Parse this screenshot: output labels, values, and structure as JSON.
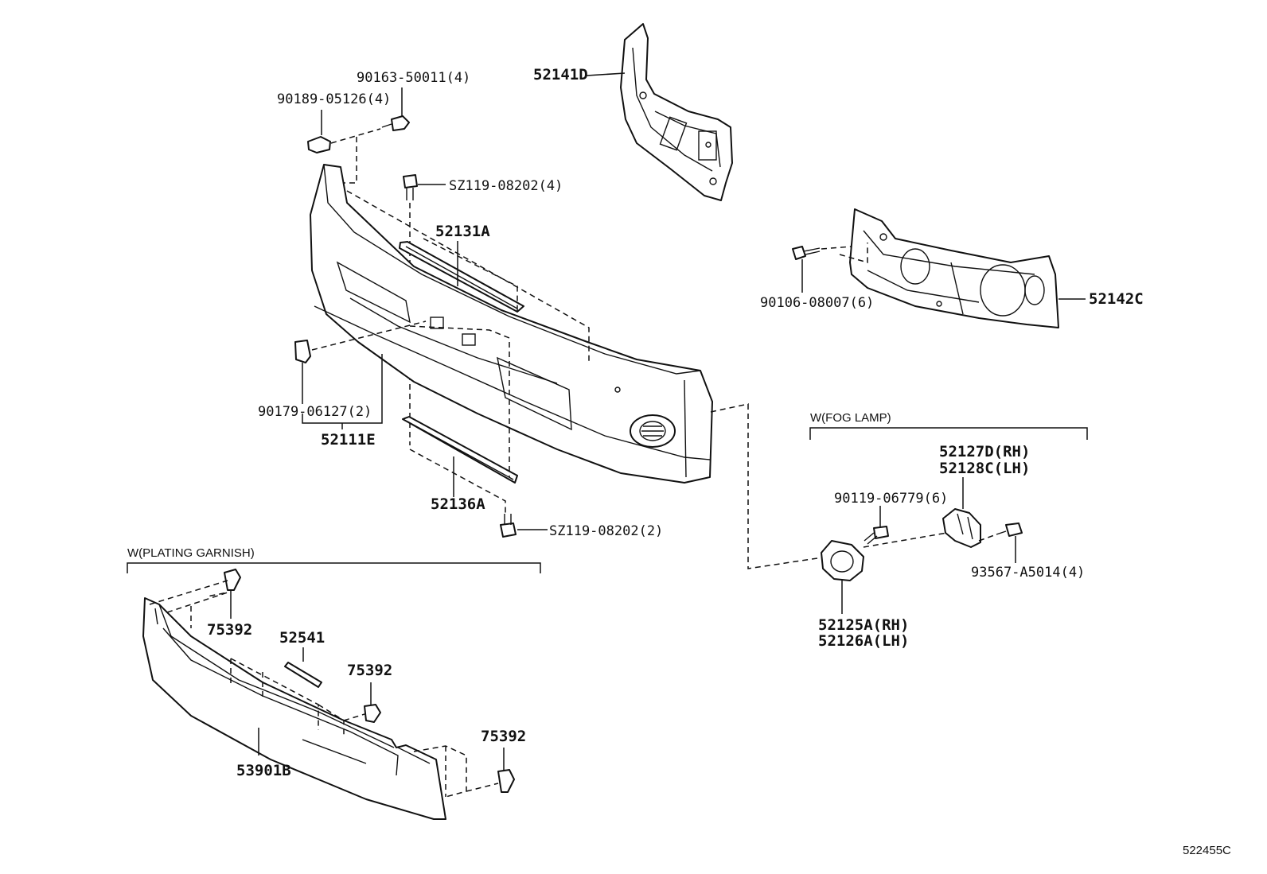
{
  "groups": {
    "fog_lamp": "W(FOG LAMP)",
    "plating_garnish": "W(PLATING GARNISH)"
  },
  "labels": {
    "p_52141D": "52141D",
    "p_52142C": "52142C",
    "p_90106": "90106-08007(6)",
    "p_90163": "90163-50011(4)",
    "p_90189": "90189-05126(4)",
    "p_sz119_top": "SZ119-08202(4)",
    "p_52131A": "52131A",
    "p_90179": "90179-06127(2)",
    "p_52111E": "52111E",
    "p_52136A": "52136A",
    "p_sz119_bottom": "SZ119-08202(2)",
    "p_52127D": "52127D(RH)",
    "p_52128C": "52128C(LH)",
    "p_90119": "90119-06779(6)",
    "p_93567": "93567-A5014(4)",
    "p_52125A": "52125A(RH)",
    "p_52126A": "52126A(LH)",
    "p_75392_a": "75392",
    "p_52541": "52541",
    "p_75392_b": "75392",
    "p_75392_c": "75392",
    "p_53901B": "53901B"
  },
  "diagram_code": "522455C"
}
